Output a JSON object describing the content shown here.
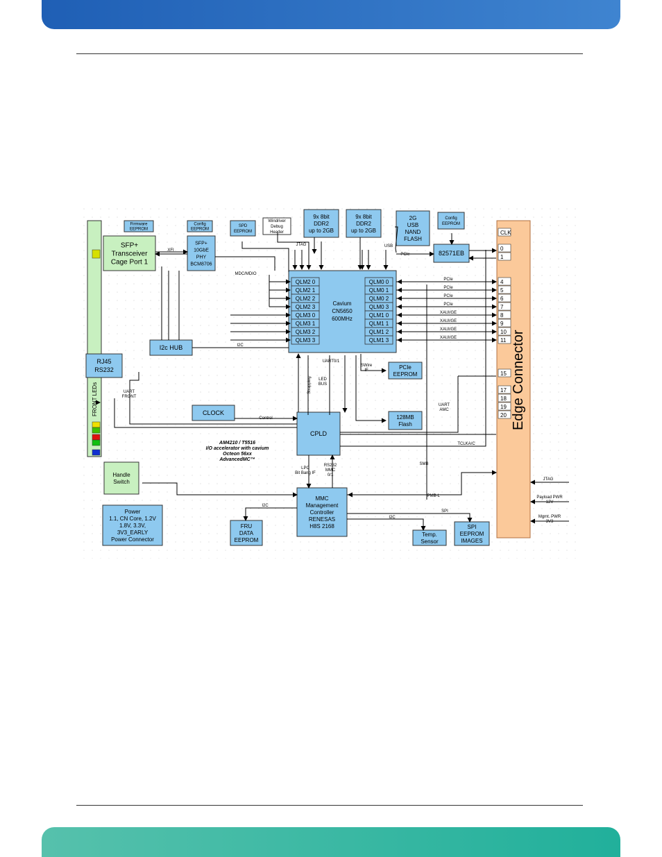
{
  "diagram": {
    "title_lines": [
      "AM4210 / T5516",
      "I/O accelerator with cavium",
      "Octeon 56xx",
      "AdvancedMC™"
    ],
    "blocks": {
      "front_leds": "FRONT LEDs",
      "firmware_eeprom": [
        "Firmware",
        "EEPROM"
      ],
      "config_eeprom_1": [
        "Config",
        "EEPROM"
      ],
      "spd_eeprom": [
        "SPD",
        "EEPROM"
      ],
      "windriver": [
        "Windriver",
        "Debug",
        "Header"
      ],
      "ddr2_a": [
        "9x 8bit",
        "DDR2",
        "up to 2GB"
      ],
      "ddr2_b": [
        "9x 8bit",
        "DDR2",
        "up to 2GB"
      ],
      "usb_nand": [
        "2G",
        "USB",
        "NAND",
        "FLASH"
      ],
      "config_eeprom_2": [
        "Config",
        "EEPROM"
      ],
      "sfp": [
        "SFP+",
        "Transceiver",
        "Cage Port 1"
      ],
      "phy": [
        "SFP+",
        "10GbE",
        "PHY",
        "BCM8706"
      ],
      "nic": "82571EB",
      "cavium": [
        "Cavium",
        "CN5650",
        "600MHz"
      ],
      "qlm_left": [
        "QLM2 0",
        "QLM2 1",
        "QLM2 2",
        "QLM2 3",
        "QLM3 0",
        "QLM3 1",
        "QLM3 2",
        "QLM3 3"
      ],
      "qlm_right": [
        "QLM0 0",
        "QLM0 1",
        "QLM0 2",
        "QLM0 3",
        "QLM1 0",
        "QLM1 1",
        "QLM1 2",
        "QLM1 3"
      ],
      "i2c_hub": "I2c HUB",
      "rj45": [
        "RJ45",
        "RS232"
      ],
      "pcie_eeprom": [
        "PCIe",
        "EEPROM"
      ],
      "clock": "CLOCK",
      "cpld": "CPLD",
      "flash_128": [
        "128MB",
        "Flash"
      ],
      "handle_switch": [
        "Handle",
        "Switch"
      ],
      "power": [
        "Power",
        "1.1, CN Core, 1.2V",
        "1.8V, 3.3V,",
        "3V3_EARLY",
        "Power Connector"
      ],
      "mmc": [
        "MMC",
        "Management",
        "Controller",
        "RENESAS",
        "H8S 2168"
      ],
      "fru": [
        "FRU",
        "DATA",
        "EEPROM"
      ],
      "temp": [
        "Temp.",
        "Sensor"
      ],
      "spi_eeprom": [
        "SPI",
        "EEPROM",
        "IMAGES"
      ],
      "edge_connector": "Edge Connector",
      "edge_ports": [
        "CLK",
        "0",
        "1",
        "4",
        "5",
        "6",
        "7",
        "8",
        "9",
        "10",
        "11",
        "15",
        "17",
        "18",
        "19",
        "20"
      ]
    },
    "signals": {
      "xfi": "XFI",
      "jtag_top": "JTAG",
      "usb": "USB",
      "pcie_top": "PCIe",
      "mdc": "MDC/MDIO",
      "qlm_right_labels": [
        "PCIe",
        "PCIe",
        "PCIe",
        "PCIe",
        "XAUI/GE",
        "XAUI/GE",
        "XAUI/GE",
        "XAUI/GE"
      ],
      "i2c": "I2C",
      "uart01": "UART0/1",
      "swire": [
        "SWire",
        "IF"
      ],
      "led_bus": [
        "LED",
        "BUS"
      ],
      "strapping": "Strapping",
      "uart_front": [
        "UART",
        "FRONT"
      ],
      "uart_amc": [
        "UART",
        "AMC"
      ],
      "control": "Control",
      "tclka": "TCLKA/C",
      "lpc": [
        "LPC",
        "Bit Bang IF"
      ],
      "rs232_mmc": [
        "RS232",
        "MMC",
        "0/1"
      ],
      "smb": "SMB",
      "ipmb": "IPMB-L",
      "i2c_fru": "I2C",
      "i2c_temp": "I2C",
      "spi": "SPI",
      "jtag_right": "JTAG",
      "payload_pwr": [
        "Payload PWR",
        "12V"
      ],
      "mgmt_pwr": [
        "Mgmt. PWR",
        "3V3"
      ]
    }
  }
}
